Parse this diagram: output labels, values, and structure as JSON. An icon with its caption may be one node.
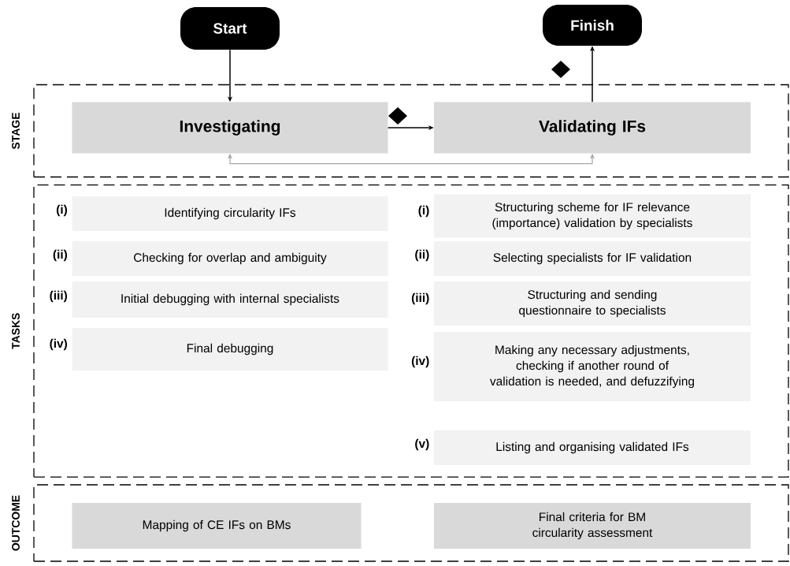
{
  "diagram": {
    "nodes": [
      {
        "text": [
          "Start"
        ]
      },
      {
        "text": [
          "Finish"
        ]
      },
      {
        "text": [
          "STAGE"
        ]
      },
      {
        "text": [
          "Investigating"
        ],
        "in": 2
      },
      {
        "text": [
          "Validating IFs"
        ],
        "in": 2
      },
      {
        "text": [
          "TASKS"
        ]
      },
      {
        "text": [
          "Identifying circularity IFs"
        ],
        "beside": [
          "(i)"
        ],
        "in": 5
      },
      {
        "text": [
          "Checking for overlap and ambiguity"
        ],
        "beside": [
          "(ii)"
        ],
        "in": 5
      },
      {
        "text": [
          "Initial debugging with internal specialists"
        ],
        "beside": [
          "(iii)"
        ],
        "in": 5
      },
      {
        "text": [
          "Final debugging"
        ],
        "beside": [
          "(iv)"
        ],
        "in": 5
      },
      {
        "text": [
          "Structuring scheme for IF relevance (importance) validation by specialists"
        ],
        "beside": [
          "(i)"
        ],
        "in": 5
      },
      {
        "text": [
          "Selecting specialists for IF validation"
        ],
        "beside": [
          "(ii)"
        ],
        "in": 5
      },
      {
        "text": [
          "Structuring and sending questionnaire to specialists"
        ],
        "beside": [
          "(iii)"
        ],
        "in": 5
      },
      {
        "text": [
          "Making any necessary adjustments, checking if another round of validation is needed, and defuzzifying"
        ],
        "beside": [
          "(iv)"
        ],
        "in": 5
      },
      {
        "text": [
          "Listing and organising validated IFs"
        ],
        "beside": [
          "(v)"
        ],
        "in": 5
      },
      {
        "text": [
          "OUTCOME"
        ]
      },
      {
        "text": [
          "Mapping of CE IFs on BMs"
        ],
        "in": 15
      },
      {
        "text": [
          "Final criteria for BM circularity assessment"
        ],
        "in": 15
      }
    ],
    "edges": [
      {
        "from": 0,
        "to": 3,
        "arrow": "to"
      },
      {
        "from": 3,
        "to": 4,
        "arrow": "to"
      },
      {
        "from": 4,
        "to": 1,
        "arrow": "to"
      },
      {
        "from": 4,
        "to": 3,
        "arrow": "both",
        "color": "#a6a6a6"
      }
    ]
  }
}
